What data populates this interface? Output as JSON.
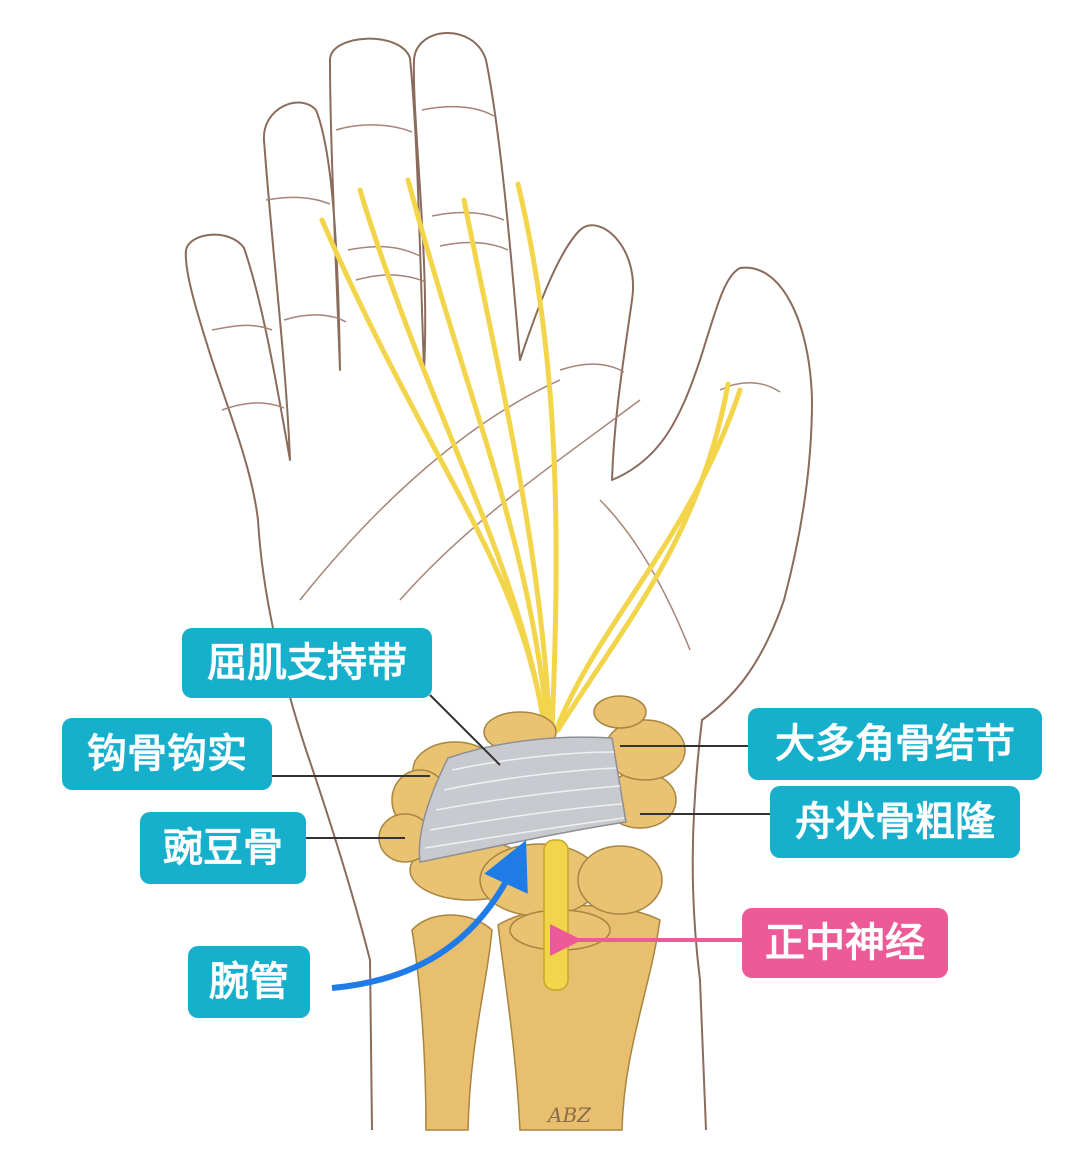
{
  "labels": {
    "flexor_retinaculum": "屈肌支持带",
    "hook_of_hamate": "钩骨钩实",
    "pisiform": "豌豆骨",
    "carpal_tunnel": "腕管",
    "trapezium_tubercle": "大多角骨结节",
    "scaphoid_tuberosity": "舟状骨粗隆",
    "median_nerve": "正中神经"
  },
  "signature": "ABZ",
  "colors": {
    "label_background": "#16b0cc",
    "median_nerve_label_background": "#ec5b98",
    "nerve": "#f2d54a",
    "bone": "#e7bf6f",
    "ligament": "#c8cacf",
    "arrow": "#1e7be8",
    "pointer_arrow": "#ec5b98"
  }
}
